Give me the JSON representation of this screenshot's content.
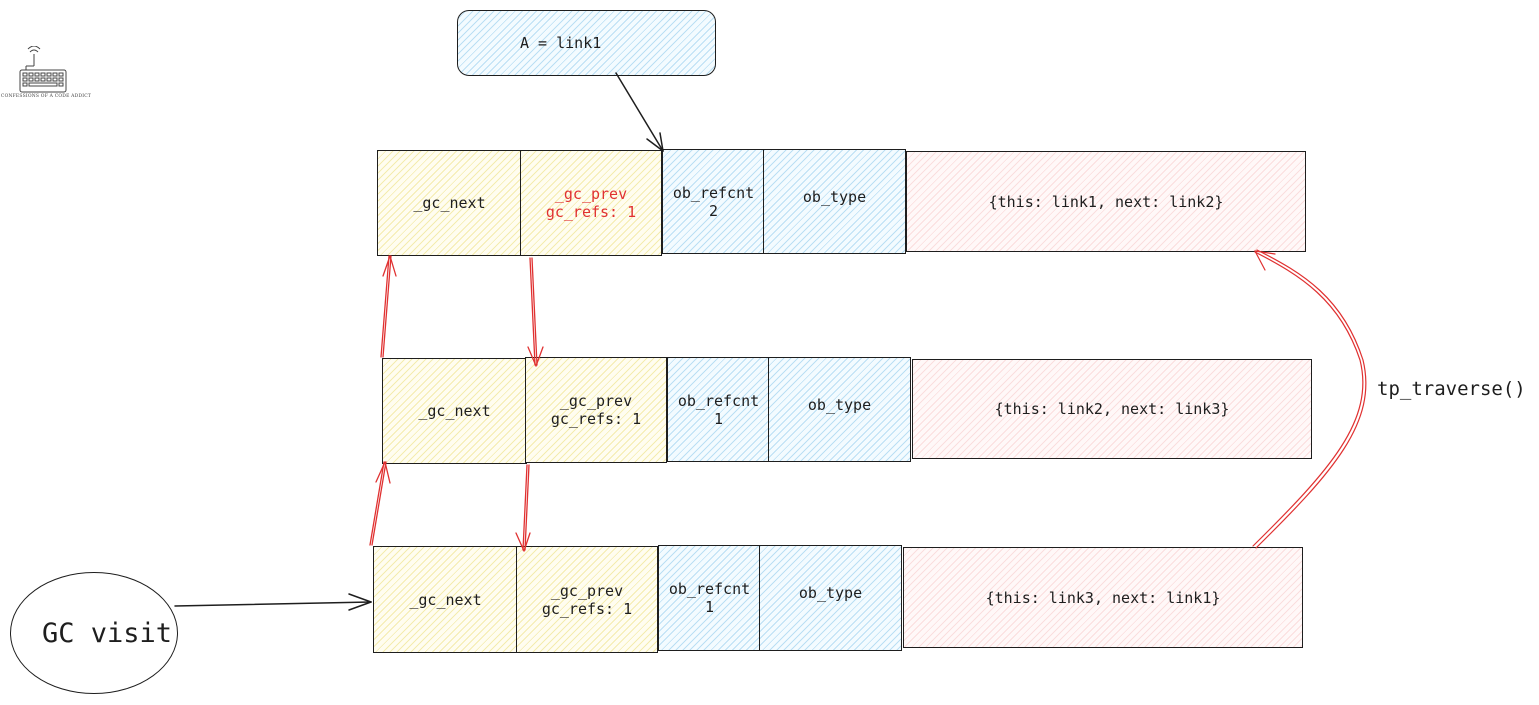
{
  "assignment": {
    "text": "A = link1"
  },
  "visitor": {
    "text": "GC visit"
  },
  "traverse_label": "tp_traverse()",
  "logo": {
    "icon": "keyboard-icon",
    "caption": "CONFESSIONS OF A CODE ADDICT"
  },
  "rows": [
    {
      "gc_next": "_gc_next",
      "gc_prev_line1": "_gc_prev",
      "gc_prev_line2": "gc_refs: 1",
      "gc_prev_highlight": true,
      "refcnt_label": "ob_refcnt",
      "refcnt_value": "2",
      "type": "ob_type",
      "payload": "{this: link1, next: link2}"
    },
    {
      "gc_next": "_gc_next",
      "gc_prev_line1": "_gc_prev",
      "gc_prev_line2": "gc_refs: 1",
      "gc_prev_highlight": false,
      "refcnt_label": "ob_refcnt",
      "refcnt_value": "1",
      "type": "ob_type",
      "payload": "{this: link2, next: link3}"
    },
    {
      "gc_next": "_gc_next",
      "gc_prev_line1": "_gc_prev",
      "gc_prev_line2": "gc_refs: 1",
      "gc_prev_highlight": false,
      "refcnt_label": "ob_refcnt",
      "refcnt_value": "1",
      "type": "ob_type",
      "payload": "{this: link3, next: link1}"
    }
  ],
  "colors": {
    "header_fill": "#f5e97a",
    "object_fill": "#8cc8eb",
    "payload_fill": "#f5bebe",
    "highlight_text": "#e03131",
    "arrow_red": "#e03131",
    "arrow_dark": "#1e1e1e"
  }
}
